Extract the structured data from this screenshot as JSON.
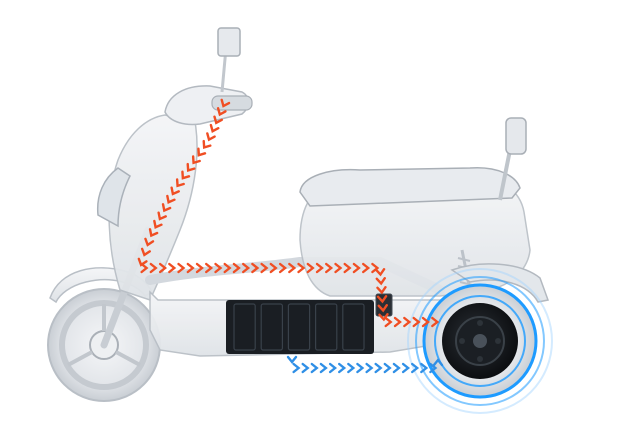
{
  "diagram": {
    "subject": "electric-scooter-power-flow",
    "colors": {
      "background": "#ffffff",
      "body": "#e9ecef",
      "body_stroke": "#b9bfc6",
      "frame": "#d3d8de",
      "battery": "#1a1e23",
      "battery_highlight": "#39414a",
      "motor": "#15181c",
      "motor_glow": "#1e9bff",
      "control_flow": "#f04e23",
      "power_flow": "#2f8fe6"
    },
    "flows": [
      {
        "id": "control-signal",
        "from": "handlebar-throttle",
        "to": "controller",
        "color_key": "control_flow"
      },
      {
        "id": "battery-power",
        "from": "battery-pack",
        "to": "hub-motor",
        "color_key": "power_flow"
      }
    ],
    "battery_cells": 5
  }
}
